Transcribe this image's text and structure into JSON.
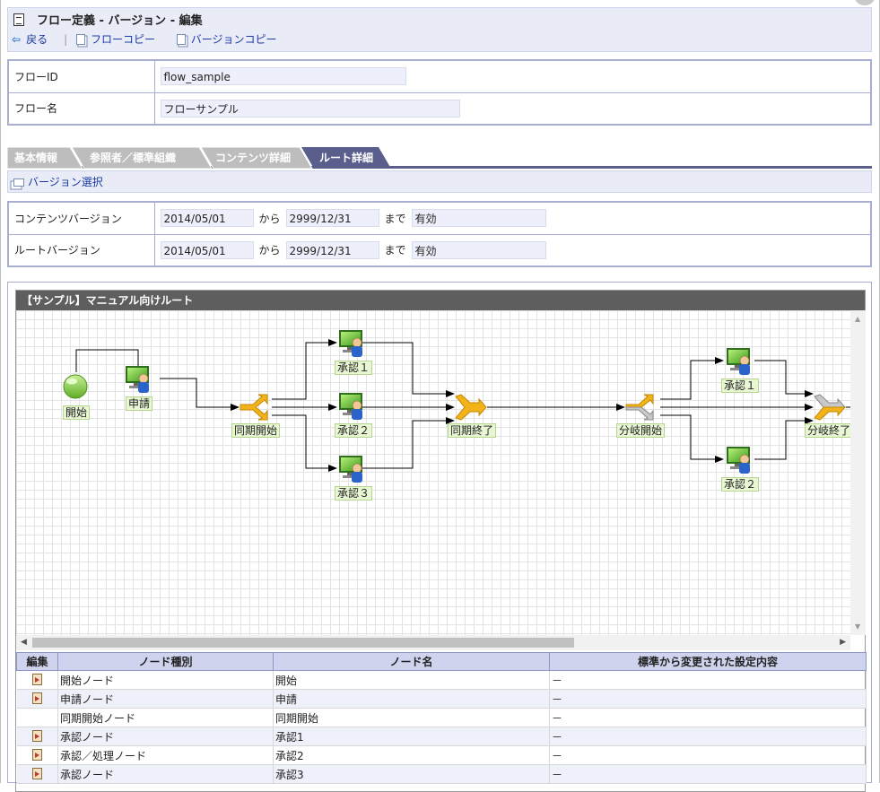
{
  "header": {
    "title": "フロー定義 - バージョン - 編集",
    "links": {
      "back": "戻る",
      "flow_copy": "フローコピー",
      "version_copy": "バージョンコピー"
    }
  },
  "flow": {
    "id_label": "フローID",
    "id_value": "flow_sample",
    "name_label": "フロー名",
    "name_value": "フローサンプル"
  },
  "tabs": [
    {
      "label": "基本情報",
      "active": false
    },
    {
      "label": "参照者／標準組織",
      "active": false
    },
    {
      "label": "コンテンツ詳細",
      "active": false
    },
    {
      "label": "ルート詳細",
      "active": true
    }
  ],
  "version_select_label": "バージョン選択",
  "versions": {
    "from_word": "から",
    "to_word": "まで",
    "rows": [
      {
        "label": "コンテンツバージョン",
        "from": "2014/05/01",
        "to": "2999/12/31",
        "status": "有効"
      },
      {
        "label": "ルートバージョン",
        "from": "2014/05/01",
        "to": "2999/12/31",
        "status": "有効"
      }
    ]
  },
  "route": {
    "title": "【サンプル】マニュアル向けルート",
    "nodes": {
      "start": "開始",
      "apply": "申請",
      "sync_start": "同期開始",
      "approve1": "承認１",
      "approve2": "承認２",
      "approve3": "承認３",
      "sync_end": "同期終了",
      "branch_start": "分岐開始",
      "b_approve1": "承認１",
      "b_approve2": "承認２",
      "branch_end": "分岐終了"
    }
  },
  "colors": {
    "accent": "#5a5e8c",
    "header_bg": "#e9ecf7",
    "gateway": "#f2b21a",
    "node_green": "#8ed14b"
  },
  "table": {
    "headers": [
      "編集",
      "ノード種別",
      "ノード名",
      "標準から変更された設定内容"
    ],
    "rows": [
      {
        "editable": true,
        "type": "開始ノード",
        "name": "開始",
        "changes": "－"
      },
      {
        "editable": true,
        "type": "申請ノード",
        "name": "申請",
        "changes": "－"
      },
      {
        "editable": false,
        "type": "同期開始ノード",
        "name": "同期開始",
        "changes": "－"
      },
      {
        "editable": true,
        "type": "承認ノード",
        "name": "承認1",
        "changes": "－"
      },
      {
        "editable": true,
        "type": "承認／処理ノード",
        "name": "承認2",
        "changes": "－"
      },
      {
        "editable": true,
        "type": "承認ノード",
        "name": "承認3",
        "changes": "－"
      }
    ]
  }
}
